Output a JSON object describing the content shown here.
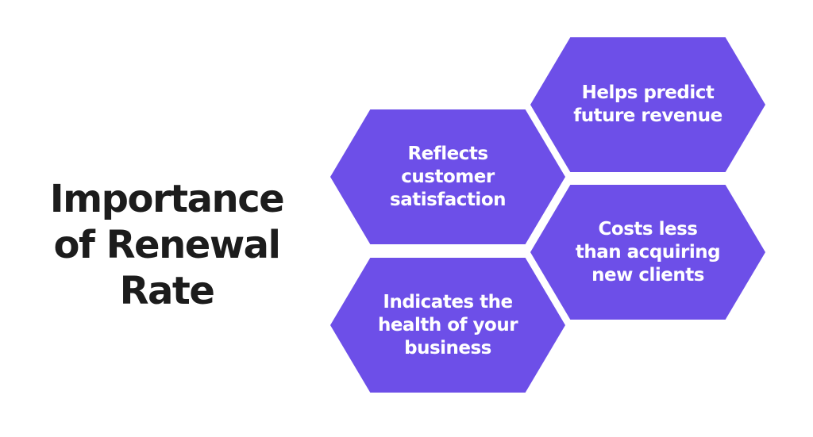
{
  "title": {
    "lines": [
      "Importance",
      "of Renewal",
      "Rate"
    ]
  },
  "hexagons": [
    {
      "lines": [
        "Reflects",
        "customer",
        "satisfaction"
      ]
    },
    {
      "lines": [
        "Helps predict",
        "future revenue"
      ]
    },
    {
      "lines": [
        "Costs less",
        "than acquiring",
        "new clients"
      ]
    },
    {
      "lines": [
        "Indicates the",
        "health of your",
        "business"
      ]
    }
  ],
  "colors": {
    "hexagon_fill": "#6d4fe8",
    "hexagon_text": "#ffffff",
    "title_text": "#1c1c1c",
    "background": "#ffffff"
  }
}
